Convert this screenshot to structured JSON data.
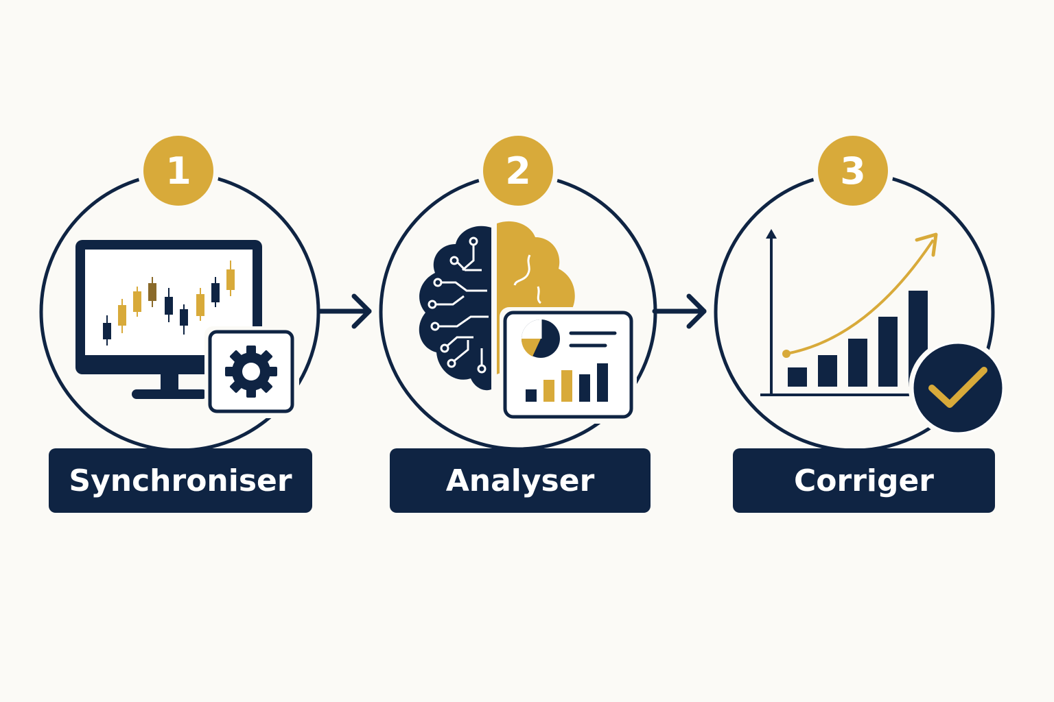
{
  "colors": {
    "navy": "#0f2443",
    "gold": "#d8aa3a",
    "background": "#fbfaf6",
    "white": "#ffffff"
  },
  "steps": [
    {
      "number": "1",
      "label": "Synchroniser",
      "icons": [
        "monitor-icon",
        "candlestick-chart-icon",
        "gear-icon"
      ]
    },
    {
      "number": "2",
      "label": "Analyser",
      "icons": [
        "brain-circuit-icon",
        "dashboard-icon",
        "pie-chart-icon",
        "bar-chart-icon"
      ]
    },
    {
      "number": "3",
      "label": "Corriger",
      "icons": [
        "growth-chart-icon",
        "trend-arrow-icon",
        "checkmark-icon"
      ]
    }
  ],
  "connectors": [
    "arrow-right-icon",
    "arrow-right-icon"
  ]
}
